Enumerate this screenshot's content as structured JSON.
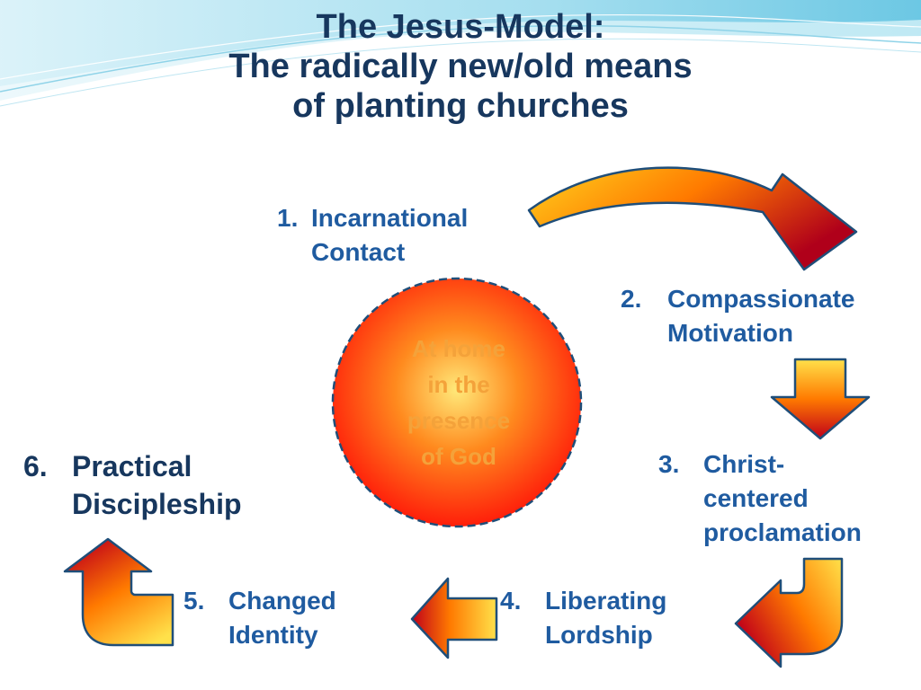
{
  "title": {
    "line1": "The Jesus-Model:",
    "line2": "The radically new/old means",
    "line3": "of planting churches"
  },
  "center": {
    "text": "At home\nin the\npresence\nof God"
  },
  "steps": [
    {
      "num": "1.",
      "text": "Incarnational\nContact"
    },
    {
      "num": "2.",
      "text": "Compassionate\nMotivation"
    },
    {
      "num": "3.",
      "text": "Christ-\ncentered\nproclamation"
    },
    {
      "num": "4.",
      "text": "Liberating\nLordship"
    },
    {
      "num": "5.",
      "text": "Changed\nIdentity"
    },
    {
      "num": "6.",
      "text": "Practical\nDiscipleship"
    }
  ],
  "colors": {
    "title": "#17375E",
    "step_text": "#1F5BA0",
    "arrow_light": "#FFE14A",
    "arrow_mid": "#FF7A00",
    "arrow_dark": "#C0001A",
    "arrow_outline": "#1F4E79"
  },
  "icons": [
    "curved-arrow-icon",
    "down-arrow-icon",
    "u-turn-arrow-icon",
    "left-arrow-icon"
  ]
}
